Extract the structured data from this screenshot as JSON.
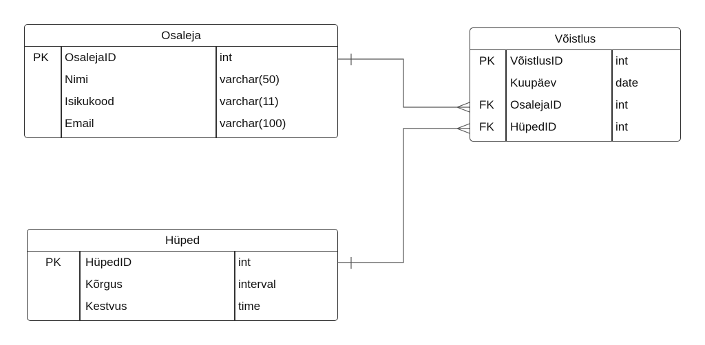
{
  "entities": {
    "osaleja": {
      "title": "Osaleja",
      "rows": [
        {
          "key": "PK",
          "name": "OsalejaID",
          "type": "int"
        },
        {
          "key": "",
          "name": "Nimi",
          "type": "varchar(50)"
        },
        {
          "key": "",
          "name": "Isikukood",
          "type": "varchar(11)"
        },
        {
          "key": "",
          "name": "Email",
          "type": "varchar(100)"
        }
      ]
    },
    "voistlus": {
      "title": "Võistlus",
      "rows": [
        {
          "key": "PK",
          "name": "VõistlusID",
          "type": "int"
        },
        {
          "key": "",
          "name": "Kuupäev",
          "type": "date"
        },
        {
          "key": "FK",
          "name": "OsalejaID",
          "type": "int"
        },
        {
          "key": "FK",
          "name": "HüpedID",
          "type": "int"
        }
      ]
    },
    "hyped": {
      "title": "Hüped",
      "rows": [
        {
          "key": "PK",
          "name": "HüpedID",
          "type": "int"
        },
        {
          "key": "",
          "name": "Kõrgus",
          "type": "interval"
        },
        {
          "key": "",
          "name": "Kestvus",
          "type": "time"
        }
      ]
    }
  },
  "relationships": [
    {
      "from": "Osaleja.OsalejaID",
      "from_cardinality": "one",
      "to": "Võistlus.OsalejaID",
      "to_cardinality": "many"
    },
    {
      "from": "Hüped.HüpedID",
      "from_cardinality": "one",
      "to": "Võistlus.HüpedID",
      "to_cardinality": "many"
    }
  ]
}
